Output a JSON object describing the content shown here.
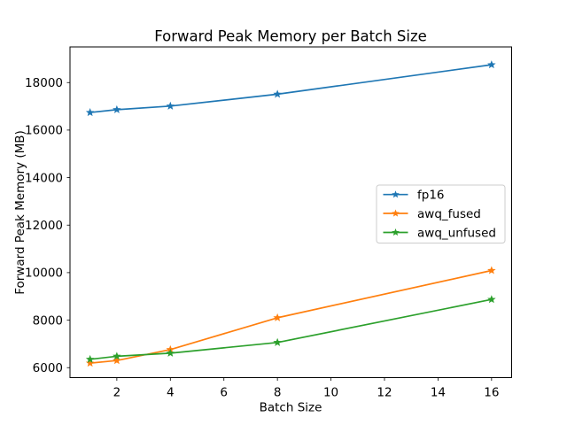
{
  "figure": {
    "background": "#ffffff"
  },
  "chart_data": {
    "type": "line",
    "title": "Forward Peak Memory per Batch Size",
    "xlabel": "Batch Size",
    "ylabel": "Forward Peak Memory (MB)",
    "x": [
      1,
      2,
      4,
      8,
      16
    ],
    "series": [
      {
        "name": "fp16",
        "color": "#1f77b4",
        "marker": "star",
        "values": [
          16740,
          16860,
          17010,
          17510,
          18750
        ]
      },
      {
        "name": "awq_fused",
        "color": "#ff7f0e",
        "marker": "star",
        "values": [
          6190,
          6300,
          6760,
          8100,
          10090
        ]
      },
      {
        "name": "awq_unfused",
        "color": "#2ca02c",
        "marker": "star",
        "values": [
          6350,
          6480,
          6610,
          7060,
          8870
        ]
      }
    ],
    "xlim": [
      0.25,
      16.75
    ],
    "ylim": [
      5580,
      19500
    ],
    "xticks": [
      2,
      4,
      6,
      8,
      10,
      12,
      14,
      16
    ],
    "yticks": [
      6000,
      8000,
      10000,
      12000,
      14000,
      16000,
      18000
    ],
    "grid": false,
    "legend": {
      "position": "center right",
      "entries": [
        "fp16",
        "awq_fused",
        "awq_unfused"
      ]
    }
  },
  "style": {
    "axis_color": "#000000",
    "text_color": "#000000",
    "legend_border_color": "#cccccc",
    "legend_background": "#ffffff",
    "plot_background": "#ffffff"
  }
}
